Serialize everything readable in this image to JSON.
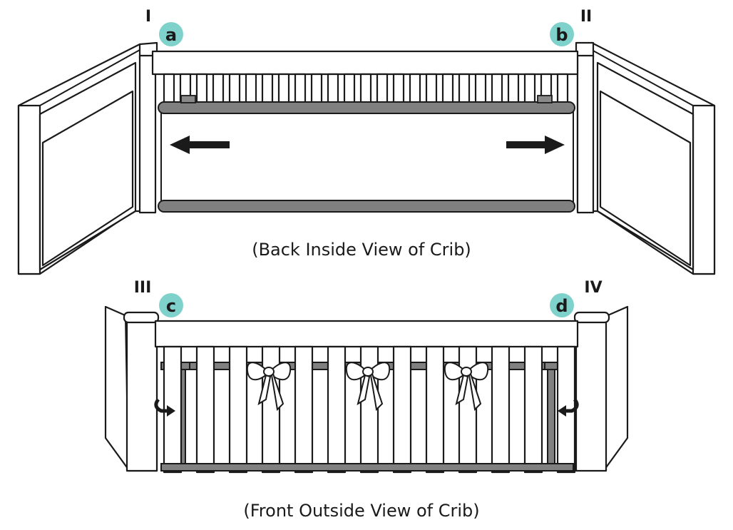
{
  "views": {
    "back": {
      "caption": "(Back Inside View of Crib)",
      "corner_left": "I",
      "corner_right": "II",
      "badge_left": "a",
      "badge_right": "b"
    },
    "front": {
      "caption": "(Front Outside View of Crib)",
      "corner_left": "III",
      "corner_right": "IV",
      "badge_left": "c",
      "badge_right": "d"
    }
  },
  "colors": {
    "outline": "#1a1a1a",
    "wood": "#ffffff",
    "bumper_band": "#808080",
    "badge": "#7fd1cc",
    "arrow": "#1a1a1a"
  },
  "icons": [
    "arrow-left-icon",
    "arrow-right-icon",
    "curved-arrow-icon",
    "bow-icon"
  ]
}
